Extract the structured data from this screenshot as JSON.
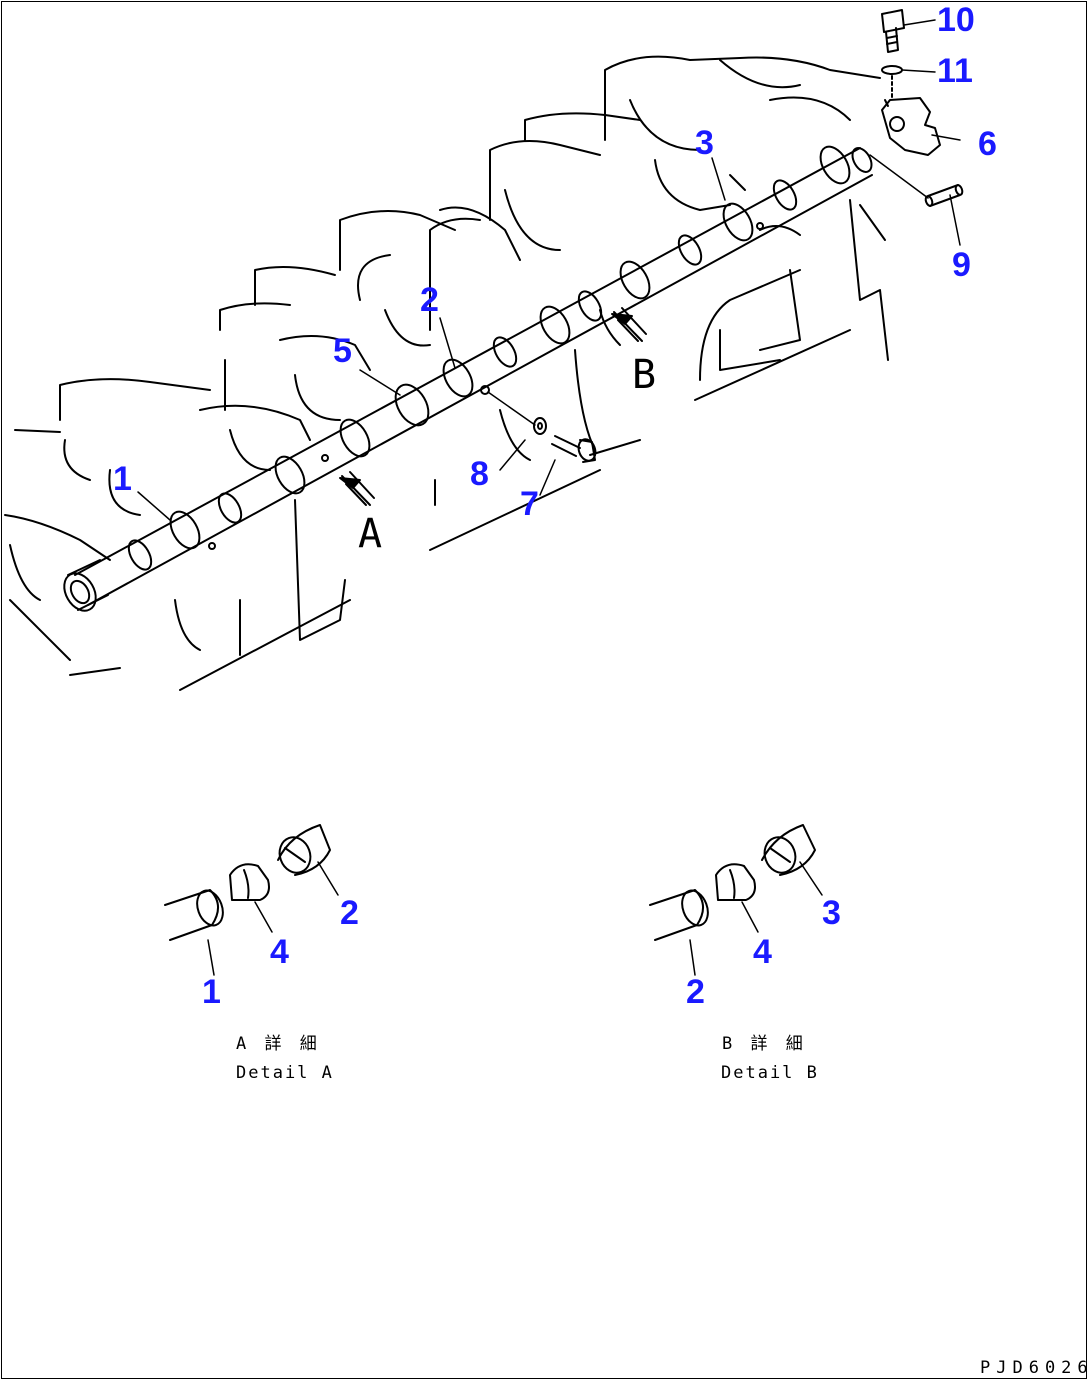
{
  "callouts": {
    "c1": "1",
    "c2": "2",
    "c3": "3",
    "c5": "5",
    "c6": "6",
    "c7": "7",
    "c8": "8",
    "c9": "9",
    "c10": "10",
    "c11": "11"
  },
  "view_letters": {
    "a": "A",
    "b": "B"
  },
  "detail_a": {
    "callouts": {
      "shaft": "1",
      "bearing": "4",
      "camshaft": "2"
    },
    "caption_jp": "A 詳 細",
    "caption_en": "Detail A"
  },
  "detail_b": {
    "callouts": {
      "shaft": "2",
      "bearing": "4",
      "camshaft": "3"
    },
    "caption_jp": "B 詳 細",
    "caption_en": "Detail B"
  },
  "document_number": "PJD6026",
  "colors": {
    "callout": "#1a1aff",
    "line": "#000000",
    "background": "#ffffff"
  }
}
